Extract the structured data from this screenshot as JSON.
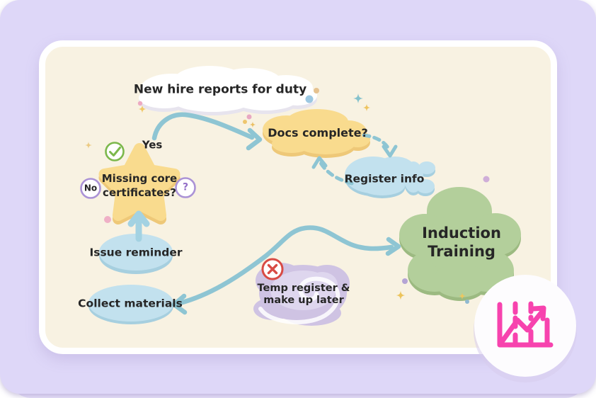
{
  "palette": {
    "page-bg": "#ffffff",
    "lavender": "#ded7f8",
    "lavender-light": "#eae4fc",
    "card-cream": "#f8f2e2",
    "card-border": "#ffffff",
    "ink": "#262626",
    "yellow-node": "#f9db8e",
    "yellow-shade": "#eec878",
    "blue-node": "#c2e1ee",
    "blue-shade": "#a6cfdf",
    "green-node": "#b3cf9b",
    "green-shade": "#9cba81",
    "purple-node": "#cfc3e3",
    "purple-node-light": "#ded6ee",
    "cloud-white": "#ffffff",
    "cloud-shadow": "#e7e4ee",
    "arrow-teal": "#8ec5d3",
    "arrow-blue": "#a3d2e2",
    "check-green": "#7cb84c",
    "badge-purple": "#9470c8",
    "badge-ring": "#ab93d6",
    "cross-red": "#d84b45",
    "icon-pink": "#f743ae"
  },
  "diagram": {
    "nodes": {
      "start": {
        "label": "New hire reports for duty"
      },
      "docs_complete": {
        "label": "Docs complete?"
      },
      "register_info": {
        "label": "Register info"
      },
      "missing_certificates": {
        "label": "Missing core certificates?",
        "lines": [
          "Missing core",
          "certificates?"
        ]
      },
      "issue_reminder": {
        "label": "Issue reminder"
      },
      "collect_materials": {
        "label": "Collect materials"
      },
      "temp_register": {
        "label": "Temp register & make up later",
        "lines": [
          "Temp register &",
          "make up later"
        ]
      },
      "induction_training": {
        "label": "Induction Training",
        "lines": [
          "Induction",
          "Training"
        ]
      }
    },
    "branch_labels": {
      "yes": "Yes",
      "no": "No",
      "question_mark": "?"
    },
    "icons": {
      "yes_branch": "check-circle-icon",
      "no_branch": "no-circle-badge",
      "uncertain": "question-circle-icon",
      "rejected": "cross-circle-icon",
      "corner_badge": "line-chart-icon"
    }
  }
}
